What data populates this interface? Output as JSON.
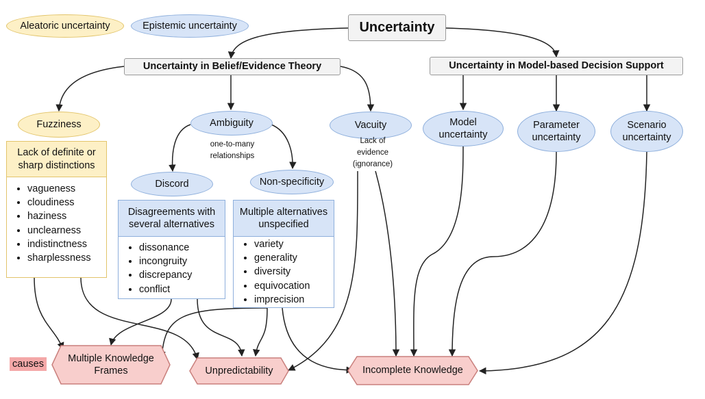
{
  "legend": {
    "aleatoric": "Aleatoric uncertainty",
    "epistemic": "Epistemic uncertainty",
    "causes": "causes"
  },
  "root": "Uncertainty",
  "branches": {
    "belief": "Uncertainty in Belief/Evidence Theory",
    "model": "Uncertainty in Model-based Decision Support"
  },
  "belief_nodes": {
    "fuzziness": "Fuzziness",
    "ambiguity": "Ambiguity",
    "ambiguity_note": [
      "one-to-many",
      "relationships"
    ],
    "vacuity": "Vacuity",
    "vacuity_note": [
      "Lack of",
      "evidence",
      "(ignorance)"
    ],
    "discord": "Discord",
    "nonspecificity": "Non-specificity"
  },
  "model_nodes": {
    "model": [
      "Model",
      "uncertainty"
    ],
    "parameter": [
      "Parameter",
      "uncertainty"
    ],
    "scenario": [
      "Scenario",
      "uncertainty"
    ]
  },
  "boxes": {
    "fuzziness": {
      "title": [
        "Lack of definite or",
        "sharp distinctions"
      ],
      "items": [
        "vagueness",
        "cloudiness",
        "haziness",
        "unclearness",
        "indistinctness",
        "sharplessness"
      ]
    },
    "discord": {
      "title": [
        "Disagreements with",
        "several alternatives"
      ],
      "items": [
        "dissonance",
        "incongruity",
        "discrepancy",
        "conflict"
      ]
    },
    "nonspecificity": {
      "title": [
        "Multiple alternatives",
        "unspecified"
      ],
      "items": [
        "variety",
        "generality",
        "diversity",
        "equivocation",
        "imprecision"
      ]
    }
  },
  "outcomes": {
    "frames": [
      "Multiple Knowledge",
      "Frames"
    ],
    "unpredictability": "Unpredictability",
    "incomplete": "Incomplete Knowledge"
  },
  "colors": {
    "aleatoric_fill": "#fdf0c6",
    "epistemic_fill": "#d7e4f7",
    "outcome_fill": "#f8cecc",
    "causes_fill": "#f4a8a8"
  }
}
